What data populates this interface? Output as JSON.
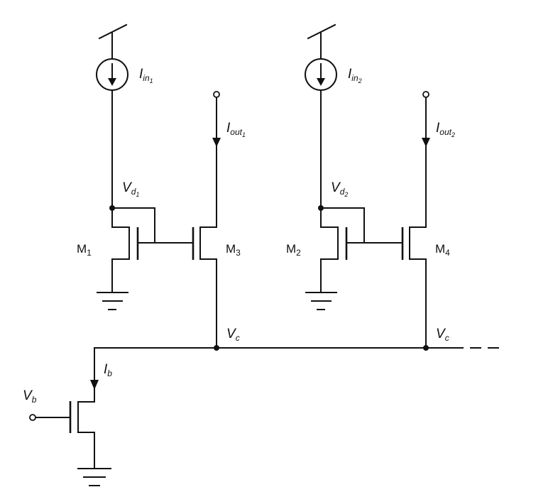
{
  "labels": {
    "iin1": {
      "main": "I",
      "sub": "in",
      "subsub": "1"
    },
    "iin2": {
      "main": "I",
      "sub": "in",
      "subsub": "2"
    },
    "iout1": {
      "main": "I",
      "sub": "out",
      "subsub": "1"
    },
    "iout2": {
      "main": "I",
      "sub": "out",
      "subsub": "2"
    },
    "vd1": {
      "main": "V",
      "sub": "d",
      "subsub": "1"
    },
    "vd2": {
      "main": "V",
      "sub": "d",
      "subsub": "2"
    },
    "m1": {
      "main": "M",
      "sub": "1"
    },
    "m2": {
      "main": "M",
      "sub": "2"
    },
    "m3": {
      "main": "M",
      "sub": "3"
    },
    "m4": {
      "main": "M",
      "sub": "4"
    },
    "vc1": {
      "main": "V",
      "sub": "c"
    },
    "vc2": {
      "main": "V",
      "sub": "c"
    },
    "ib": {
      "main": "I",
      "sub": "b"
    },
    "vb": {
      "main": "V",
      "sub": "b"
    }
  }
}
